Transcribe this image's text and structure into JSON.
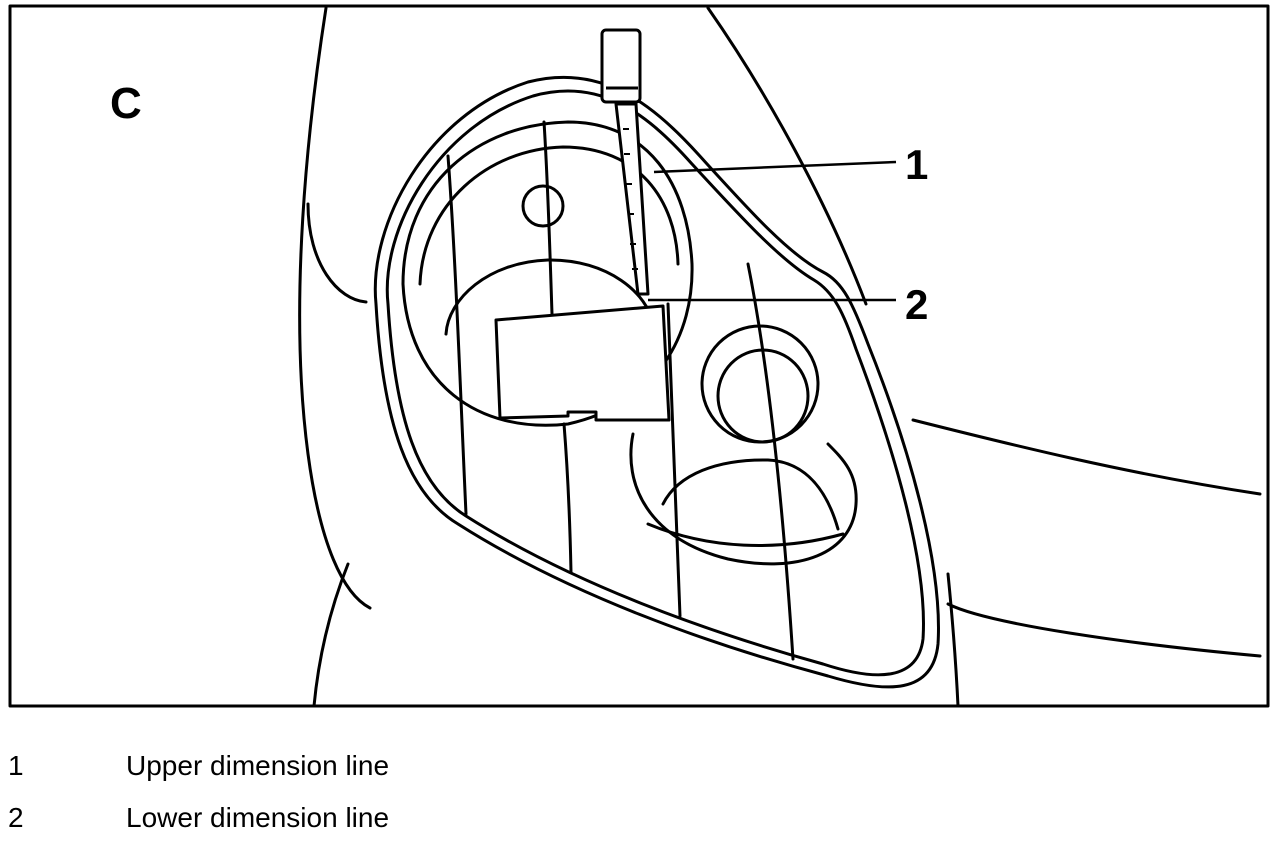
{
  "figure": {
    "panel_label": "C",
    "callouts": [
      "1",
      "2"
    ]
  },
  "legend": [
    {
      "number": "1",
      "text": "Upper dimension line"
    },
    {
      "number": "2",
      "text": "Lower dimension line"
    }
  ]
}
